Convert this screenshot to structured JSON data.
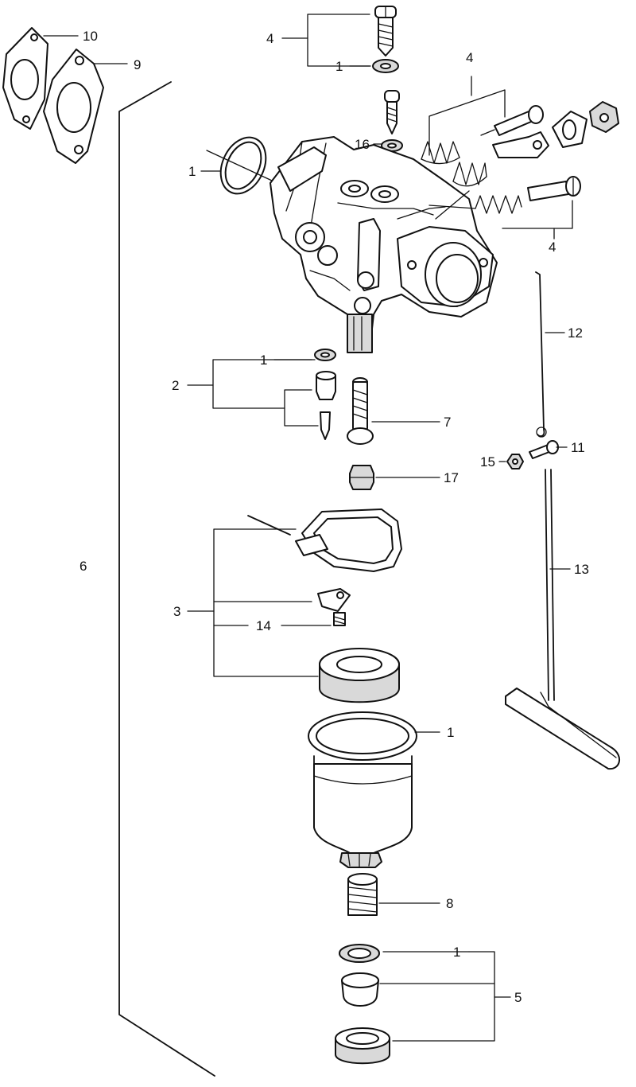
{
  "callouts": {
    "gasket_10": "10",
    "gasket_9": "9",
    "o_ring_top": "1",
    "screw_set_top": "4",
    "washer_top": "1",
    "screw_set_right_upper": "4",
    "washer_16": "16",
    "screw_set_right_lower": "4",
    "washer_mid": "1",
    "needle_valve_set": "2",
    "float_pin": "7",
    "main_jet": "17",
    "rod_12": "12",
    "screw_11": "11",
    "nut_15": "15",
    "assembly_6": "6",
    "float_set": "3",
    "screw_14": "14",
    "rod_13": "13",
    "bowl_gasket": "1",
    "drain_bolt": "8",
    "washer_bottom": "1",
    "drain_set": "5"
  }
}
